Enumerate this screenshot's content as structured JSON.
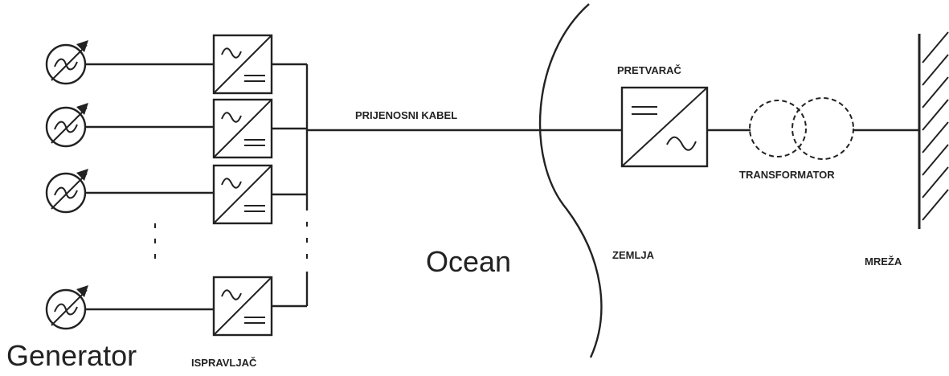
{
  "labels": {
    "generator": "Generator",
    "rectifier": "ISPRAVLJAČ",
    "cable": "PRIJENOSNI KABEL",
    "ocean": "Ocean",
    "land": "ZEMLJA",
    "converter": "PRETVARAČ",
    "transformer": "TRANSFORMATOR",
    "grid": "MREŽA"
  },
  "components": {
    "generator_units_shown": 4,
    "rectifier_units_shown": 4
  },
  "colors": {
    "line": "#222222",
    "background": "#ffffff"
  }
}
